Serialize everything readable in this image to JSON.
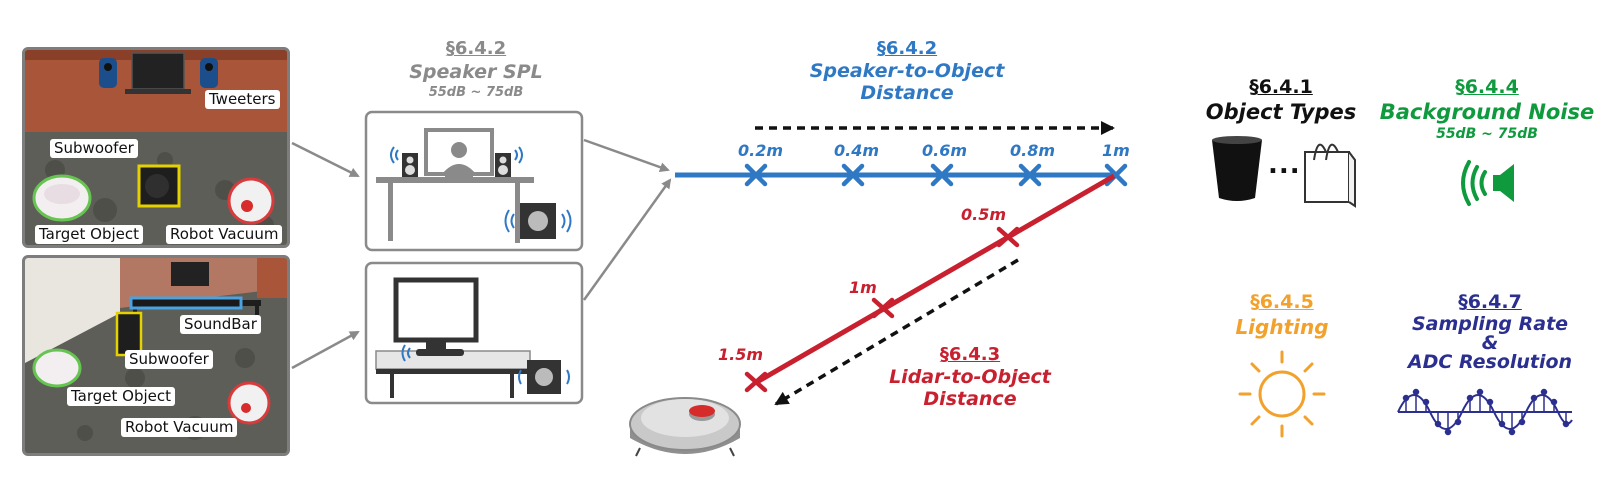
{
  "photos": {
    "top": {
      "tweeters": "Tweeters",
      "subwoofer": "Subwoofer",
      "target": "Target Object",
      "robot": "Robot Vacuum"
    },
    "bottom": {
      "soundbar": "SoundBar",
      "subwoofer": "Subwoofer",
      "target": "Target Object",
      "robot": "Robot Vacuum"
    }
  },
  "spl": {
    "section": "§6.4.2",
    "title": "Speaker SPL",
    "range": "55dB ~ 75dB"
  },
  "speaker_distance": {
    "section": "§6.4.2",
    "title_line1": "Speaker-to-Object",
    "title_line2": "Distance",
    "ticks": [
      "0.2m",
      "0.4m",
      "0.6m",
      "0.8m",
      "1m"
    ]
  },
  "lidar_distance": {
    "section": "§6.4.3",
    "title_line1": "Lidar-to-Object",
    "title_line2": "Distance",
    "ticks": [
      "0.5m",
      "1m",
      "1.5m"
    ]
  },
  "object_types": {
    "section": "§6.4.1",
    "title": "Object Types",
    "ellipsis": "..."
  },
  "background_noise": {
    "section": "§6.4.4",
    "title": "Background Noise",
    "range": "55dB ~ 75dB"
  },
  "lighting": {
    "section": "§6.4.5",
    "title": "Lighting"
  },
  "sampling": {
    "section": "§6.4.7",
    "title_line1": "Sampling Rate",
    "title_line2": "&",
    "title_line3": "ADC Resolution"
  },
  "colors": {
    "blue": "#2f78c4",
    "red": "#c8202f",
    "gray": "#8a8a8a",
    "green": "#0f9a3e",
    "orange": "#f2a12c",
    "navy": "#2b2f8f"
  }
}
